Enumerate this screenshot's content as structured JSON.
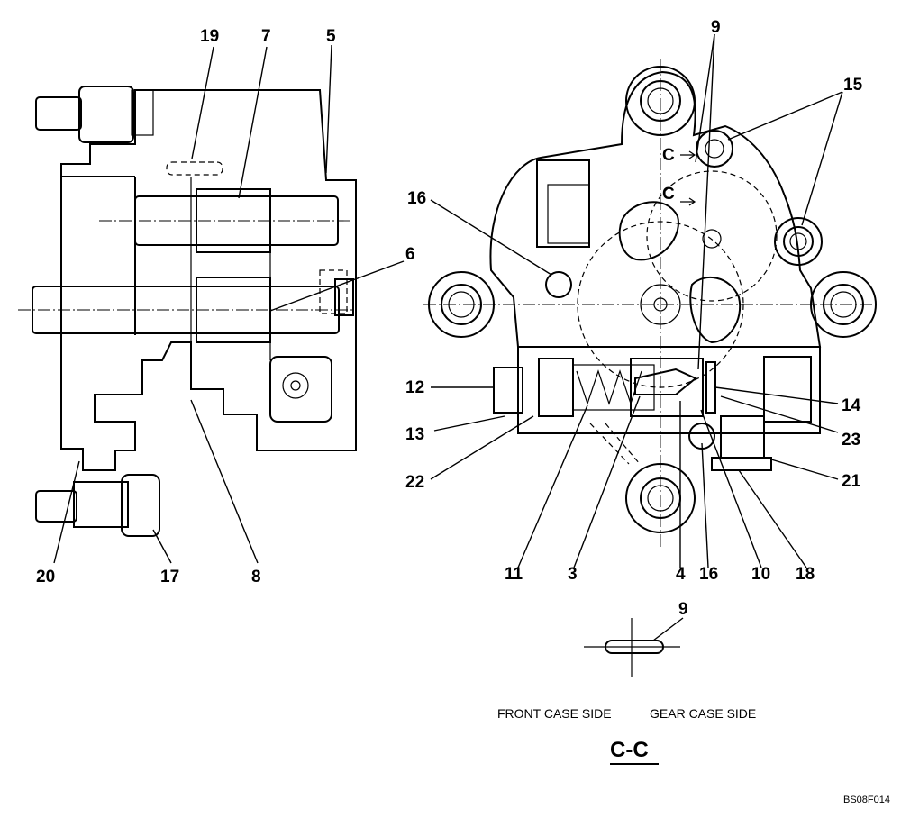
{
  "left_view": {
    "callouts": [
      "19",
      "7",
      "5",
      "6",
      "20",
      "17",
      "8"
    ]
  },
  "right_view": {
    "callouts": [
      "9",
      "15",
      "16",
      "12",
      "14",
      "13",
      "23",
      "22",
      "21",
      "11",
      "3",
      "4",
      "16",
      "10",
      "18"
    ],
    "section_markers": [
      "C",
      "C"
    ]
  },
  "detail": {
    "callout": "9",
    "front_label": "FRONT CASE SIDE",
    "gear_label": "GEAR CASE SIDE",
    "section_title": "C-C"
  },
  "drawing_code": "BS08F014"
}
